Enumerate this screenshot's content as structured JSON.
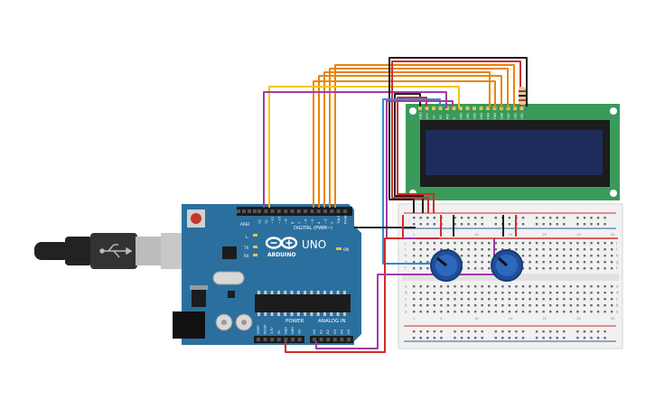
{
  "arduino": {
    "brand": "ARDUINO",
    "model": "UNO",
    "digital_label": "DIGITAL (PWM~)",
    "power_label": "POWER",
    "analog_label": "ANALOG IN",
    "aref": "AREF",
    "on": "ON",
    "tx": "TX",
    "rx": "RX",
    "l": "L",
    "digital_pins": [
      "13",
      "12",
      "~11",
      "~10",
      "~9",
      "8",
      "7",
      "~6",
      "~5",
      "4",
      "~3",
      "2",
      "TX▸1",
      "RX◂0"
    ],
    "power_pins": [
      "IOREF",
      "RESET",
      "3.3V",
      "5V",
      "GND",
      "GND",
      "Vin"
    ],
    "analog_pins": [
      "A0",
      "A1",
      "A2",
      "A3",
      "A4",
      "A5"
    ]
  },
  "lcd": {
    "pins": [
      "GND",
      "VCC",
      "V0",
      "RS",
      "RW",
      "E",
      "DB0",
      "DB1",
      "DB2",
      "DB3",
      "DB4",
      "DB5",
      "DB6",
      "DB7",
      "LED",
      "LED"
    ]
  },
  "breadboard": {
    "rows": [
      "a",
      "b",
      "c",
      "d",
      "e",
      "f",
      "g",
      "h",
      "i",
      "j"
    ],
    "col_numbers": [
      "1",
      "5",
      "10",
      "15",
      "20",
      "25",
      "30"
    ]
  },
  "colors": {
    "board": "#2b6f9e",
    "lcd_pcb": "#3a9a5a",
    "lcd_screen": "#1e2c5c",
    "breadboard": "#f1f1f1",
    "wire_orange": "#e8850f",
    "wire_red": "#d22b2b",
    "wire_black": "#1f1f1f",
    "wire_yellow": "#f1c40f",
    "wire_purple": "#a33aa8",
    "wire_blue": "#2a8fd0",
    "pot": "#1e4f9a"
  }
}
